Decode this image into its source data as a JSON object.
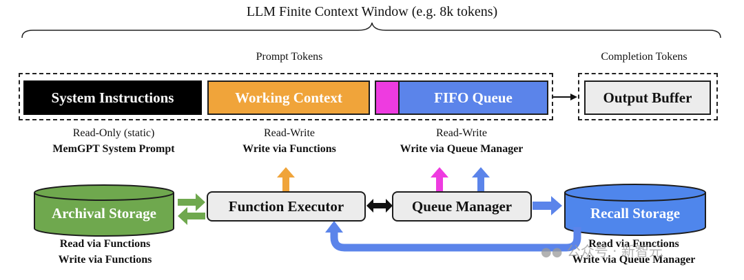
{
  "header": {
    "title": "LLM Finite Context Window (e.g. 8k tokens)"
  },
  "prompt": {
    "label": "Prompt Tokens",
    "system": {
      "label": "System Instructions",
      "access": "Read-Only (static)",
      "detail": "MemGPT System Prompt"
    },
    "working": {
      "label": "Working Context",
      "access": "Read-Write",
      "detail": "Write via Functions"
    },
    "fifo": {
      "label": "FIFO Queue",
      "access": "Read-Write",
      "detail": "Write via Queue Manager"
    }
  },
  "completion": {
    "label": "Completion Tokens",
    "output": "Output Buffer"
  },
  "components": {
    "archival": {
      "label": "Archival Storage",
      "line1": "Read via Functions",
      "line2": "Write via Functions"
    },
    "executor": {
      "label": "Function Executor"
    },
    "queue_manager": {
      "label": "Queue Manager"
    },
    "recall": {
      "label": "Recall Storage",
      "line1": "Read via Functions",
      "line2": "Write via Queue Manager"
    }
  },
  "watermark": {
    "text": "公众号 · 新智元"
  },
  "colors": {
    "system": "#000000",
    "working": "#f0a43a",
    "fifo": "#5b84ea",
    "fifo_head": "#ee3be0",
    "archival": "#6fa84e",
    "recall": "#4f86ec",
    "box_gray": "#ececec",
    "arrow_green": "#6fa84e",
    "arrow_orange": "#f0a43a",
    "arrow_blue": "#5b84ea",
    "arrow_magenta": "#ee3be0"
  }
}
